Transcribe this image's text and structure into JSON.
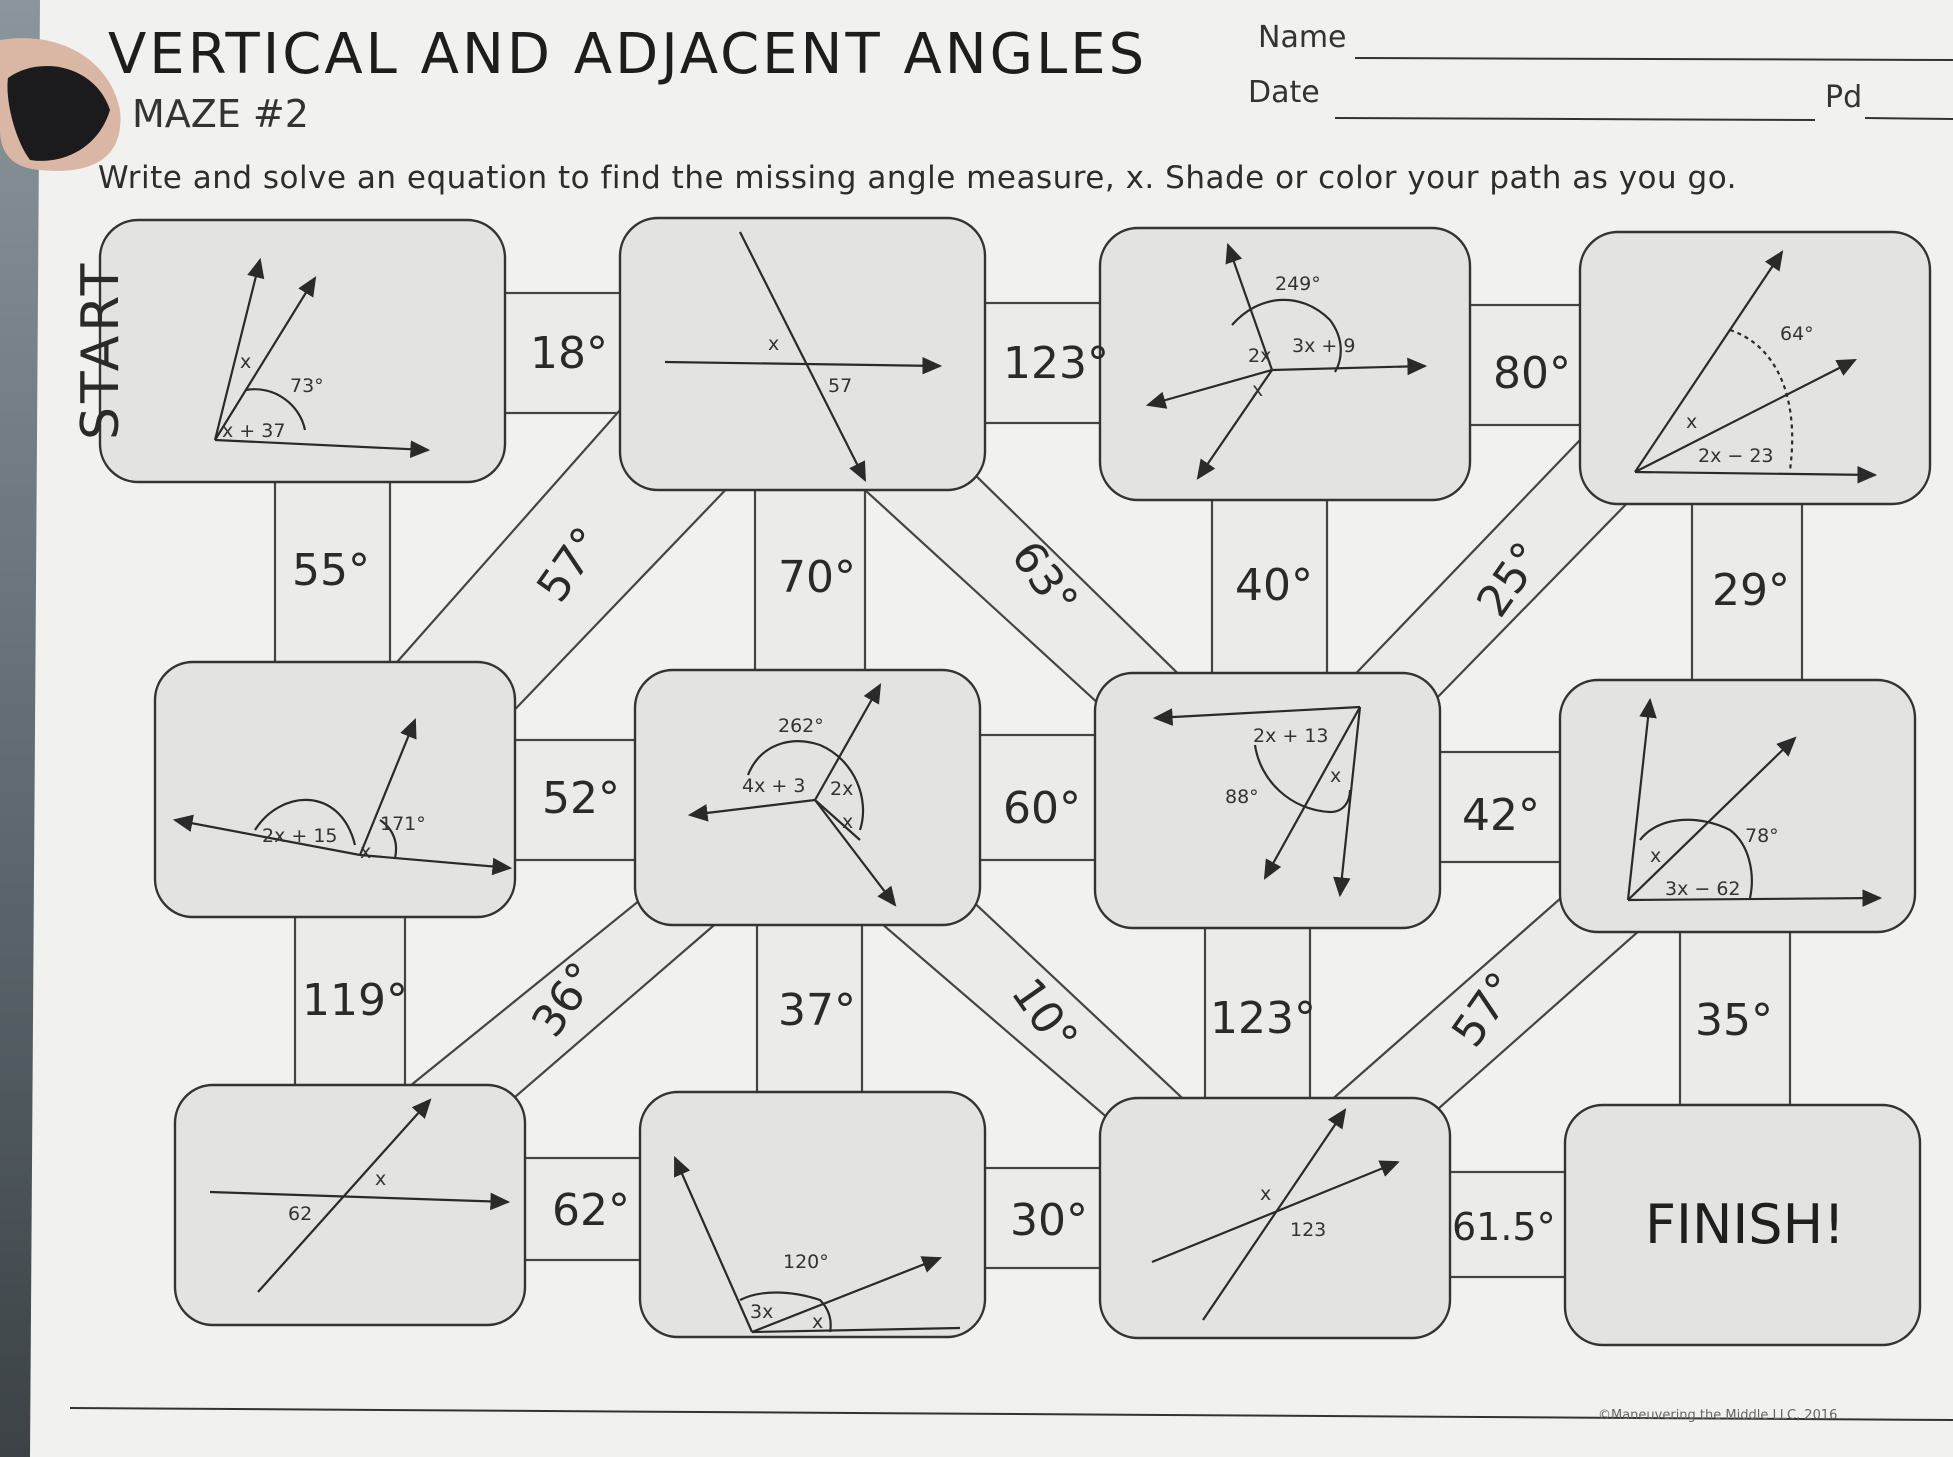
{
  "header": {
    "title": "VERTICAL AND ADJACENT ANGLES",
    "subtitle": "MAZE #2",
    "name_label": "Name",
    "date_label": "Date",
    "period_label": "Pd"
  },
  "instructions": "Write and solve an equation to find the missing angle measure, x. Shade or color your path as you go.",
  "start_label": "START",
  "finish_label": "FINISH!",
  "copyright": "©Maneuvering the Middle LLC, 2016",
  "colors": {
    "paper": "#f1f1ef",
    "box": "#e0e0de",
    "ink": "#2a2a2a"
  },
  "connectors": {
    "r1_h1": "18°",
    "r1_h2": "123°",
    "r1_h3": "80°",
    "r2_v1": "55°",
    "r2_d1": "57°",
    "r2_v2": "70°",
    "r2_d2": "63°",
    "r2_v3": "40°",
    "r2_d3": "25°",
    "r2_v4": "29°",
    "r3_h1": "52°",
    "r3_h2": "60°",
    "r3_h3": "42°",
    "r4_v1": "119°",
    "r4_d1": "36°",
    "r4_v2": "37°",
    "r4_d2": "10°",
    "r4_v3": "123°",
    "r4_d3": "57°",
    "r4_v4": "35°",
    "r5_h1": "62°",
    "r5_h2": "30°",
    "r5_h3": "61.5°"
  },
  "figures": {
    "b11": {
      "a": "x",
      "b": "73°",
      "c": "x + 37"
    },
    "b12": {
      "a": "x",
      "b": "57"
    },
    "b13": {
      "a": "249°",
      "b": "2x",
      "c": "3x + 9",
      "d": "x"
    },
    "b14": {
      "a": "64°",
      "b": "x",
      "c": "2x − 23"
    },
    "b21": {
      "a": "2x + 15",
      "b": "171°",
      "c": "x"
    },
    "b22": {
      "a": "262°",
      "b": "4x + 3",
      "c": "2x",
      "d": "x"
    },
    "b23": {
      "a": "2x + 13",
      "b": "88°",
      "c": "x"
    },
    "b24": {
      "a": "78°",
      "b": "x",
      "c": "3x − 62"
    },
    "b31": {
      "a": "x",
      "b": "62"
    },
    "b32": {
      "a": "120°",
      "b": "3x",
      "c": "x"
    },
    "b33": {
      "a": "x",
      "b": "123"
    }
  }
}
